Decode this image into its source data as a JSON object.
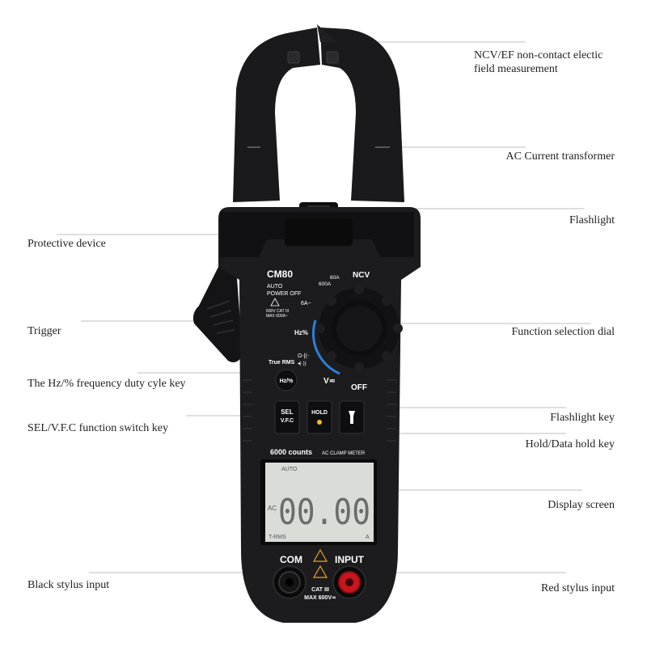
{
  "callouts": {
    "ncv_line1": "NCV/EF non-contact electic",
    "ncv_line2": "field measurement",
    "ac_transformer": "AC Current transformer",
    "flashlight": "Flashlight",
    "protective_device": "Protective device",
    "trigger": "Trigger",
    "function_dial": "Function selection dial",
    "hz_key": "The Hz/% frequency duty cyle key",
    "flashlight_key": "Flashlight key",
    "sel_key": "SEL/V.F.C function switch key",
    "hold_key": "Hold/Data hold key",
    "display_screen": "Display screen",
    "black_input": "Black stylus input",
    "red_input": "Red stylus input"
  },
  "device": {
    "model": "CM80",
    "auto_power_off_1": "AUTO",
    "auto_power_off_2": "POWER OFF",
    "cat_1": "600V CAT III",
    "cat_2": "MAX 600A~",
    "true_rms": "True RMS",
    "hz_label": "Hz%",
    "hz_button": "Hz/%",
    "dial": {
      "ncv": "NCV",
      "a60": "60A",
      "a600": "600A",
      "a6": "6A~",
      "hz": "Hz%",
      "cap": "Ω-|(-",
      "diode": "◂|·))",
      "v": "V≂",
      "off": "OFF"
    },
    "sel_button_1": "SEL",
    "sel_button_2": "V.F.C",
    "hold_button": "HOLD",
    "counts": "6000 counts",
    "clamp_meter": "AC CLAMP METER",
    "lcd": {
      "auto": "AUTO",
      "ac": "AC",
      "digits": "00.00",
      "trms": "T-RMS",
      "unit": "A"
    },
    "com": "COM",
    "input": "INPUT",
    "cat_bottom_1": "CAT III",
    "cat_bottom_2": "MAX 600V≂"
  },
  "colors": {
    "body": "#1c1c1e",
    "accent_blue": "#2f7fd6",
    "red_jack": "#c8161d",
    "warning": "#f0a020",
    "lcd": "#d9dcd7"
  }
}
